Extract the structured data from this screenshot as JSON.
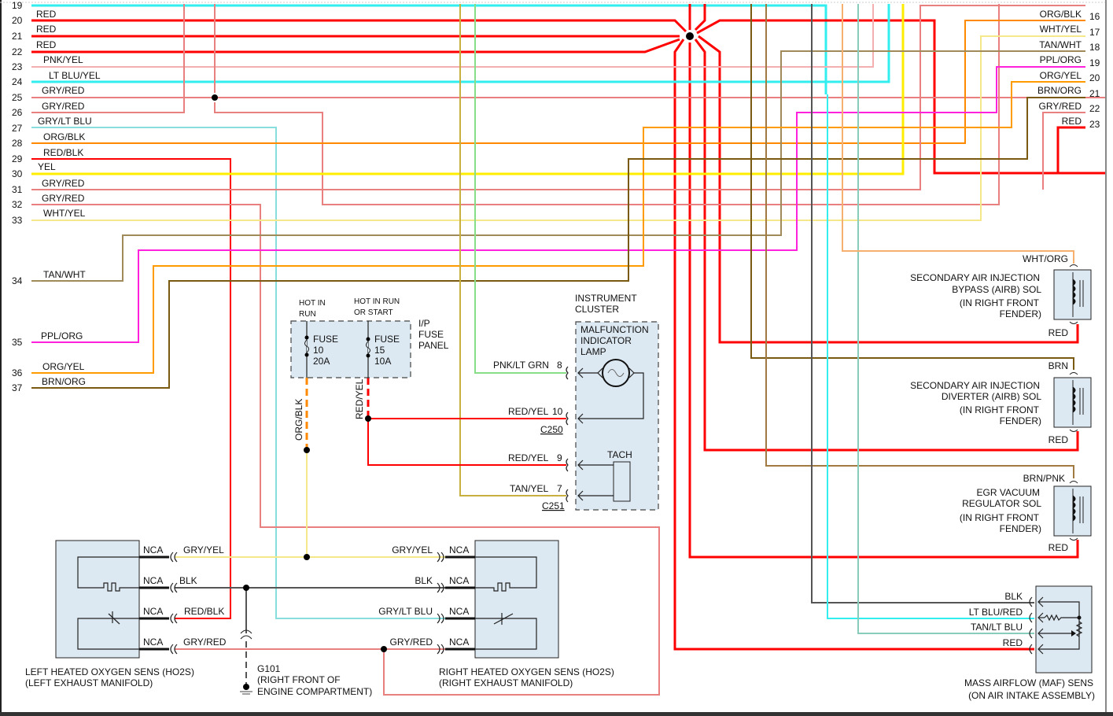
{
  "title": "Engine control wiring diagram (PCM connector pins 19-37 and 16-23)",
  "left_pins": [
    {
      "pin": "19",
      "wire": ""
    },
    {
      "pin": "20",
      "wire": "RED"
    },
    {
      "pin": "21",
      "wire": "RED"
    },
    {
      "pin": "22",
      "wire": "RED"
    },
    {
      "pin": "23",
      "wire": "PNK/YEL"
    },
    {
      "pin": "24",
      "wire": "LT BLU/YEL"
    },
    {
      "pin": "25",
      "wire": "GRY/RED"
    },
    {
      "pin": "26",
      "wire": "GRY/RED"
    },
    {
      "pin": "27",
      "wire": "GRY/LT BLU"
    },
    {
      "pin": "28",
      "wire": "ORG/BLK"
    },
    {
      "pin": "29",
      "wire": "RED/BLK"
    },
    {
      "pin": "30",
      "wire": "YEL"
    },
    {
      "pin": "31",
      "wire": "GRY/RED"
    },
    {
      "pin": "32",
      "wire": "GRY/RED"
    },
    {
      "pin": "33",
      "wire": "WHT/YEL"
    },
    {
      "pin": "34",
      "wire": "TAN/WHT"
    },
    {
      "pin": "35",
      "wire": "PPL/ORG"
    },
    {
      "pin": "36",
      "wire": "ORG/YEL"
    },
    {
      "pin": "37",
      "wire": "BRN/ORG"
    }
  ],
  "right_pins": [
    {
      "pin": "16",
      "wire": "ORG/BLK"
    },
    {
      "pin": "17",
      "wire": "WHT/YEL"
    },
    {
      "pin": "18",
      "wire": "TAN/WHT"
    },
    {
      "pin": "19",
      "wire": "PPL/ORG"
    },
    {
      "pin": "20",
      "wire": "ORG/YEL"
    },
    {
      "pin": "21",
      "wire": "BRN/ORG"
    },
    {
      "pin": "22",
      "wire": "GRY/RED"
    },
    {
      "pin": "23",
      "wire": "RED"
    }
  ],
  "fuse_panel": {
    "label_line1": "I/P",
    "label_line2": "FUSE",
    "label_line3": "PANEL",
    "fuse10": {
      "hot1": "HOT IN",
      "hot2": "RUN",
      "name": "FUSE",
      "num": "10",
      "amp": "20A",
      "wire": "ORG/BLK"
    },
    "fuse15": {
      "hot1": "HOT IN RUN",
      "hot2": "OR START",
      "name": "FUSE",
      "num": "15",
      "amp": "10A",
      "wire": "RED/YEL"
    }
  },
  "instrument_cluster": {
    "title1": "INSTRUMENT",
    "title2": "CLUSTER",
    "mil1": "MALFUNCTION",
    "mil2": "INDICATOR",
    "mil3": "LAMP",
    "tach": "TACH",
    "pins": [
      {
        "wire": "PNK/LT GRN",
        "pin": "8"
      },
      {
        "wire": "RED/YEL",
        "pin": "10"
      },
      {
        "wire": "RED/YEL",
        "pin": "9"
      },
      {
        "wire": "TAN/YEL",
        "pin": "7"
      }
    ],
    "connector1": "C250",
    "connector2": "C251"
  },
  "airb_bypass": {
    "line1": "SECONDARY AIR INJECTION",
    "line2": "BYPASS (AIRB) SOL",
    "line3": "(IN RIGHT FRONT",
    "line4": "FENDER)",
    "wire_top": "WHT/ORG",
    "wire_bottom": "RED"
  },
  "airb_diverter": {
    "line1": "SECONDARY AIR INJECTION",
    "line2": "DIVERTER (AIRB) SOL",
    "line3": "(IN RIGHT FRONT",
    "line4": "FENDER)",
    "wire_top": "BRN",
    "wire_bottom": "RED"
  },
  "egr": {
    "line1": "EGR VACUUM",
    "line2": "REGULATOR SOL",
    "line3": "(IN RIGHT FRONT",
    "line4": "FENDER)",
    "wire_top": "BRN/PNK",
    "wire_bottom": "RED"
  },
  "maf": {
    "line1": "MASS AIRFLOW (MAF) SENS",
    "line2": "(ON AIR INTAKE ASSEMBLY)",
    "wires": [
      "BLK",
      "LT BLU/RED",
      "TAN/LT BLU",
      "RED"
    ]
  },
  "left_ho2s": {
    "line1": "LEFT HEATED OXYGEN SENS (HO2S)",
    "line2": "(LEFT EXHAUST MANIFOLD)",
    "pins": [
      "NCA",
      "NCA",
      "NCA",
      "NCA"
    ],
    "wires": [
      "GRY/YEL",
      "BLK",
      "RED/BLK",
      "GRY/RED"
    ]
  },
  "right_ho2s": {
    "line1": "RIGHT HEATED OXYGEN SENS (HO2S)",
    "line2": "(RIGHT EXHAUST MANIFOLD)",
    "pins": [
      "NCA",
      "NCA",
      "NCA",
      "NCA"
    ],
    "wires": [
      "GRY/YEL",
      "BLK",
      "GRY/LT BLU",
      "GRY/RED"
    ]
  },
  "ground": {
    "name": "G101",
    "line2": "(RIGHT FRONT OF",
    "line3": "ENGINE COMPARTMENT)"
  },
  "colors": {
    "red": "#ff0000",
    "pink": "#f4a0a0",
    "gry_red": "#e88080",
    "cyan": "#33eeee",
    "yellow": "#ffee00",
    "light_yellow": "#f5e88a",
    "orange": "#ff8a00",
    "magenta": "#ff22dd",
    "brown": "#7a5a10",
    "tan": "#a08a5a",
    "black": "#555555",
    "box_fill": "#dde9f2"
  }
}
